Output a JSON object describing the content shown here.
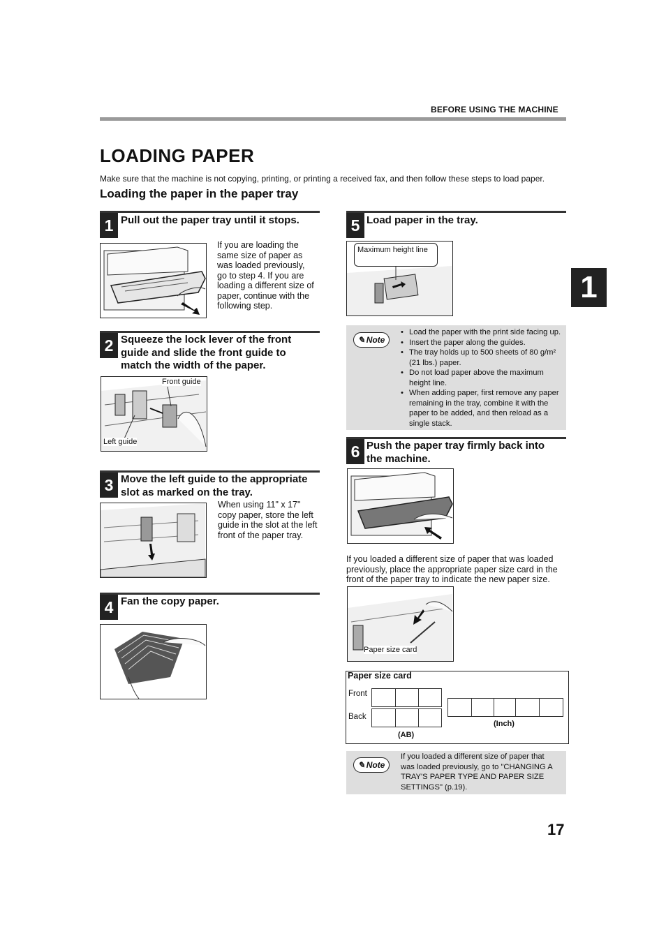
{
  "header": {
    "section_label": "BEFORE USING THE MACHINE"
  },
  "title": "LOADING PAPER",
  "intro": "Make sure that the machine is not copying, printing, or printing a received fax, and then follow these steps to load paper.",
  "section_title": "Loading the paper in the paper tray",
  "steps": [
    {
      "number": "1",
      "title": "Pull out the paper tray until it stops.",
      "body_lines": [
        "If you are loading the",
        "same size of paper as",
        "was loaded previously,",
        "go to step 4. If you are",
        "loading a different size of",
        "paper, continue with the",
        "following step."
      ]
    },
    {
      "number": "2",
      "title_lines": [
        "Squeeze the lock lever of the front",
        "guide and slide the front guide to",
        "match the width of the paper."
      ],
      "figure_labels": {
        "front_guide": "Front guide",
        "left_guide": "Left guide"
      }
    },
    {
      "number": "3",
      "title_lines": [
        "Move the left guide to the appropriate",
        "slot as marked on the tray."
      ],
      "body_lines": [
        "When using 11\" x 17\"",
        "copy paper, store the left",
        "guide in the slot at the left",
        "front of the paper tray."
      ]
    },
    {
      "number": "4",
      "title": "Fan the copy paper."
    },
    {
      "number": "5",
      "title": "Load paper in the tray.",
      "figure_labels": {
        "max_height": "Maximum height line"
      }
    },
    {
      "number": "6",
      "title_lines": [
        "Push the paper tray firmly back into",
        "the machine."
      ]
    }
  ],
  "note1": {
    "badge": "Note",
    "items": [
      "Load the paper with the print side facing up.",
      "Insert the paper along the guides.",
      "The tray holds up to 500 sheets of 80 g/m² (21 lbs.) paper.",
      "Do not load paper above the maximum height line.",
      "When adding paper, first remove any paper remaining in the tray, combine it with the paper to be added, and then reload as a single stack."
    ]
  },
  "paper_card_text": [
    "If you loaded a different size of paper that was loaded",
    "previously, place the appropriate paper size card in the",
    "front of the paper tray to indicate the new paper size."
  ],
  "paper_card_figure_label": "Paper size card",
  "paper_size_card": {
    "title": "Paper size card",
    "front_label": "Front",
    "back_label": "Back",
    "ab_label": "(AB)",
    "inch_label": "(Inch)"
  },
  "note2": {
    "badge": "Note",
    "lines": [
      "If you loaded a different size of paper that",
      "was loaded previously, go to \"CHANGING A",
      "TRAY'S PAPER TYPE AND PAPER SIZE",
      "SETTINGS\" (p.19)."
    ]
  },
  "chapter_number": "1",
  "page_number": "17"
}
